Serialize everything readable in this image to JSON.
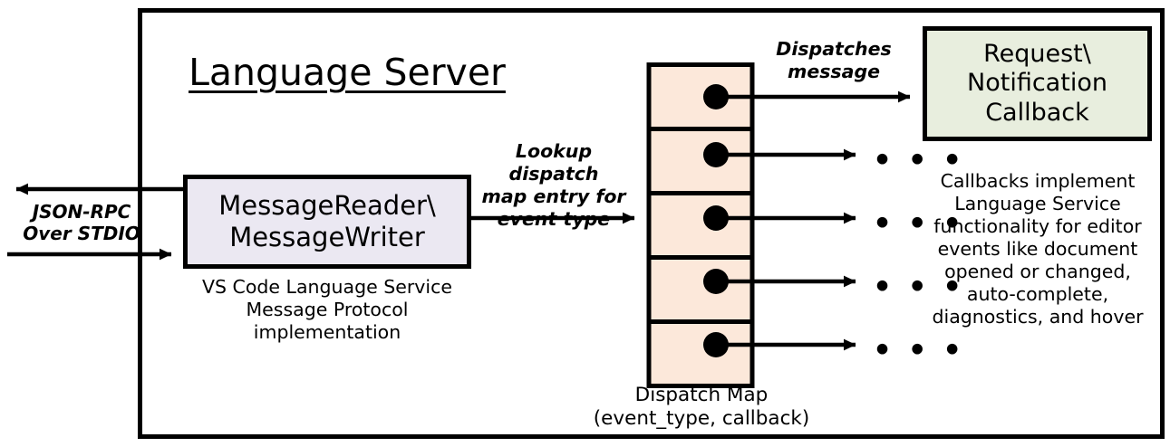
{
  "diagram": {
    "title": "Language Server",
    "outer_frame": {
      "stroke": "#000000",
      "fill": "#ffffff"
    },
    "left_io": {
      "label": "JSON-RPC\nOver STDIO",
      "outbound_arrow_name": "response-out-arrow",
      "inbound_arrow_name": "request-in-arrow"
    },
    "message_box": {
      "label": "MessageReader\\\nMessageWriter",
      "fill": "#ebe8f2",
      "stroke": "#000000",
      "caption": "VS Code Language Service\nMessage Protocol implementation"
    },
    "lookup_label": "Lookup dispatch\nmap entry for\nevent type",
    "dispatch_map": {
      "fill": "#fce8da",
      "stroke": "#000000",
      "caption": "Dispatch Map\n(event_type, callback)",
      "rows": [
        {
          "index": 1,
          "marker": "filled-dot",
          "target": "callback-box"
        },
        {
          "index": 2,
          "marker": "filled-dot",
          "target": "ellipsis"
        },
        {
          "index": 3,
          "marker": "filled-dot",
          "target": "ellipsis"
        },
        {
          "index": 4,
          "marker": "filled-dot",
          "target": "ellipsis"
        },
        {
          "index": 5,
          "marker": "filled-dot",
          "target": "ellipsis"
        }
      ],
      "ellipsis_glyph": "• • •"
    },
    "dispatch_label": "Dispatches\nmessage",
    "callback_box": {
      "label": "Request\\\nNotification\nCallback",
      "fill": "#e8eede",
      "stroke": "#000000",
      "caption": "Callbacks implement\nLanguage Service\nfunctionality for editor\nevents like document\nopened or changed,\nauto-complete,\ndiagnostics, and hover"
    }
  }
}
